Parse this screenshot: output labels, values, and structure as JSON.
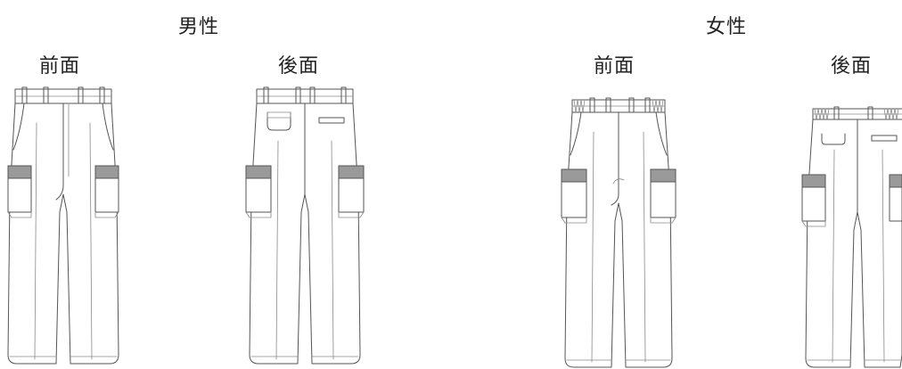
{
  "sections": [
    {
      "gender_label": "男性",
      "views": [
        {
          "label": "前面",
          "side": "front"
        },
        {
          "label": "後面",
          "side": "back"
        }
      ]
    },
    {
      "gender_label": "女性",
      "views": [
        {
          "label": "前面",
          "side": "front"
        },
        {
          "label": "後面",
          "side": "back"
        }
      ]
    }
  ],
  "colors": {
    "outline": "#555555",
    "pocket_flap": "#9a9a9a",
    "background": "#ffffff"
  }
}
